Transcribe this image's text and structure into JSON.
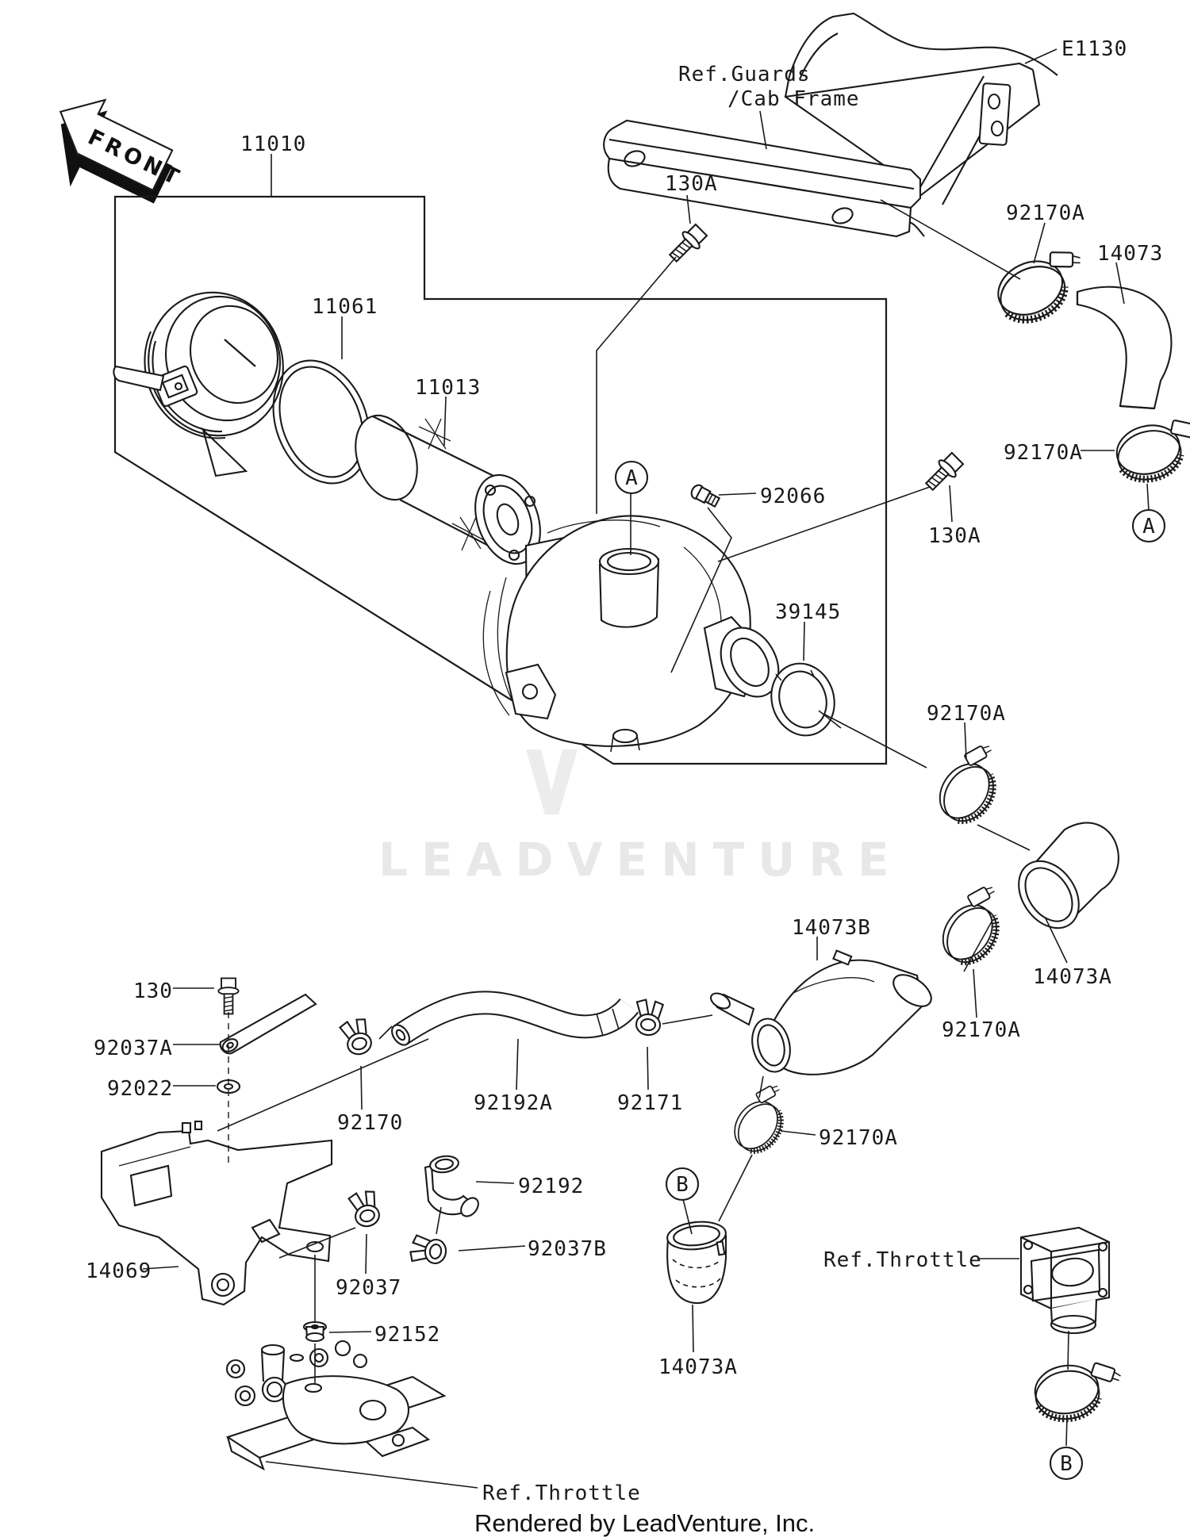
{
  "diagram": {
    "front_marker": "FRONT",
    "frame_ref_code": "E1130",
    "references": {
      "guards": "Ref.Guards",
      "cab_frame": "/Cab Frame",
      "throttle": "Ref.Throttle"
    },
    "connection_markers": {
      "a": "A",
      "b": "B"
    },
    "part_numbers": {
      "11010": "11010",
      "11013": "11013",
      "11061": "11061",
      "14069": "14069",
      "14073": "14073",
      "14073A": "14073A",
      "14073B": "14073B",
      "130": "130",
      "130A": "130A",
      "39145": "39145",
      "92022": "92022",
      "92037": "92037",
      "92037A": "92037A",
      "92037B": "92037B",
      "92066": "92066",
      "92152": "92152",
      "92170": "92170",
      "92170A": "92170A",
      "92171": "92171",
      "92192": "92192",
      "92192A": "92192A"
    },
    "watermark": "LEADVENTURE",
    "credit": "Rendered by LeadVenture, Inc."
  }
}
